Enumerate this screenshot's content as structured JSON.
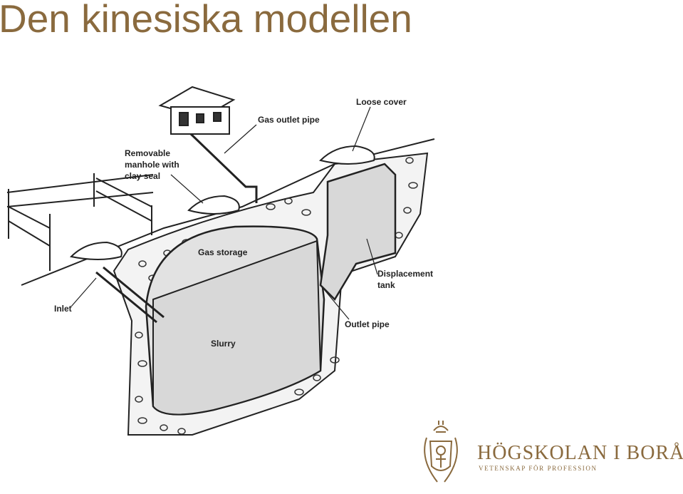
{
  "slide": {
    "title": "Den kinesiska modellen",
    "title_color": "#8a6a3e"
  },
  "diagram": {
    "labels": {
      "gas_outlet_pipe": "Gas outlet pipe",
      "loose_cover": "Loose cover",
      "removable_manhole_line1": "Removable",
      "removable_manhole_line2": "manhole with",
      "removable_manhole_line3": "clay seal",
      "gas_storage": "Gas storage",
      "displacement_tank_line1": "Displacement",
      "displacement_tank_line2": "tank",
      "inlet": "Inlet",
      "outlet_pipe": "Outlet pipe",
      "slurry": "Slurry"
    },
    "slurry_color": "#d8d8d8",
    "line_color": "#222222"
  },
  "logo": {
    "name": "HÖGSKOLAN I BORÅS",
    "tagline": "VETENSKAP FÖR PROFESSION",
    "color": "#8a6a3e"
  }
}
